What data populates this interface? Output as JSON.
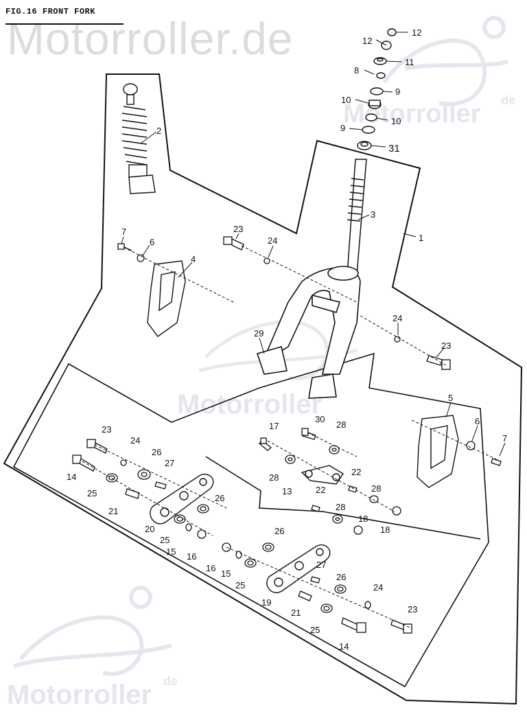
{
  "figure": {
    "title": "FIG.16 FRONT FORK"
  },
  "watermark": {
    "main": "Motorroller.de",
    "small": "Motorroller",
    "suffix": "de"
  },
  "callouts": [
    {
      "id": "c12a",
      "label": "12"
    },
    {
      "id": "c12b",
      "label": "12"
    },
    {
      "id": "c11",
      "label": "11"
    },
    {
      "id": "c8",
      "label": "8"
    },
    {
      "id": "c9a",
      "label": "9"
    },
    {
      "id": "c10a",
      "label": "10"
    },
    {
      "id": "c10b",
      "label": "10"
    },
    {
      "id": "c9b",
      "label": "9"
    },
    {
      "id": "c31",
      "label": "31"
    },
    {
      "id": "c2",
      "label": "2"
    },
    {
      "id": "c3",
      "label": "3"
    },
    {
      "id": "c1",
      "label": "1"
    },
    {
      "id": "c7a",
      "label": "7"
    },
    {
      "id": "c6a",
      "label": "6"
    },
    {
      "id": "c4",
      "label": "4"
    },
    {
      "id": "c23a",
      "label": "23"
    },
    {
      "id": "c24a",
      "label": "24"
    },
    {
      "id": "c24b",
      "label": "24"
    },
    {
      "id": "c23b",
      "label": "23"
    },
    {
      "id": "c29",
      "label": "29"
    },
    {
      "id": "c5",
      "label": "5"
    },
    {
      "id": "c6b",
      "label": "6"
    },
    {
      "id": "c7b",
      "label": "7"
    },
    {
      "id": "c23c",
      "label": "23"
    },
    {
      "id": "c24c",
      "label": "24"
    },
    {
      "id": "c26a",
      "label": "26"
    },
    {
      "id": "c27a",
      "label": "27"
    },
    {
      "id": "c14a",
      "label": "14"
    },
    {
      "id": "c25a",
      "label": "25"
    },
    {
      "id": "c21a",
      "label": "21"
    },
    {
      "id": "c26b",
      "label": "26"
    },
    {
      "id": "c20",
      "label": "20"
    },
    {
      "id": "c25b",
      "label": "25"
    },
    {
      "id": "c15a",
      "label": "15"
    },
    {
      "id": "c16a",
      "label": "16"
    },
    {
      "id": "c17",
      "label": "17"
    },
    {
      "id": "c30",
      "label": "30"
    },
    {
      "id": "c28a",
      "label": "28"
    },
    {
      "id": "c28b",
      "label": "28"
    },
    {
      "id": "c13",
      "label": "13"
    },
    {
      "id": "c22a",
      "label": "22"
    },
    {
      "id": "c22b",
      "label": "22"
    },
    {
      "id": "c28c",
      "label": "28"
    },
    {
      "id": "c28d",
      "label": "28"
    },
    {
      "id": "c18a",
      "label": "18"
    },
    {
      "id": "c18b",
      "label": "18"
    },
    {
      "id": "c26c",
      "label": "26"
    },
    {
      "id": "c16b",
      "label": "16"
    },
    {
      "id": "c15b",
      "label": "15"
    },
    {
      "id": "c25c",
      "label": "25"
    },
    {
      "id": "c27b",
      "label": "27"
    },
    {
      "id": "c26d",
      "label": "26"
    },
    {
      "id": "c19",
      "label": "19"
    },
    {
      "id": "c24d",
      "label": "24"
    },
    {
      "id": "c21b",
      "label": "21"
    },
    {
      "id": "c25d",
      "label": "25"
    },
    {
      "id": "c23d",
      "label": "23"
    },
    {
      "id": "c14b",
      "label": "14"
    }
  ]
}
